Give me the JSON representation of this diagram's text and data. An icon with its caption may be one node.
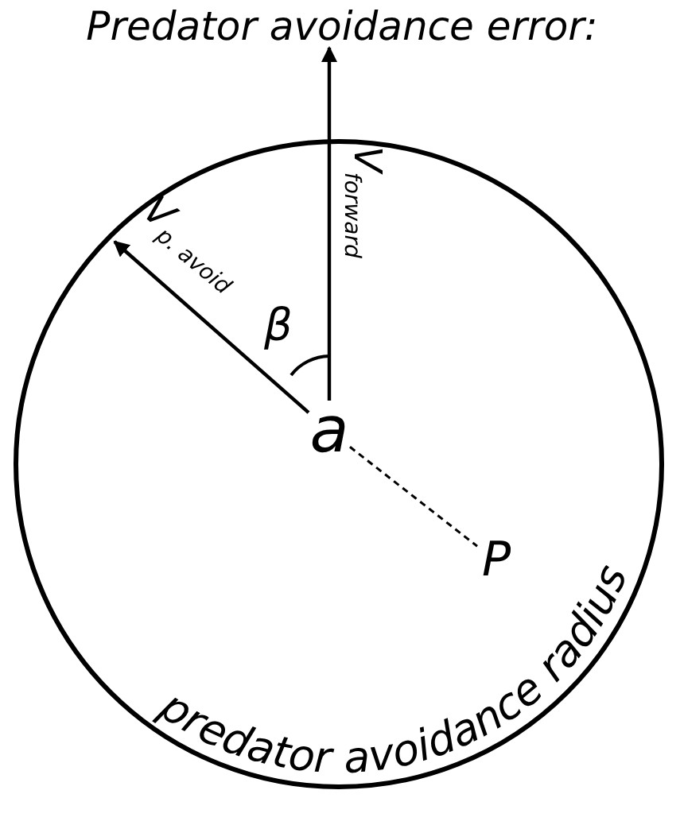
{
  "diagram": {
    "title": "Predator avoidance error:",
    "nodes": [
      {
        "text": [
          "predator avoidance radius"
        ]
      },
      {
        "text": [
          "a"
        ],
        "in": 0
      },
      {
        "text": [
          "P"
        ],
        "in": 0
      }
    ],
    "edges": [
      {
        "from": 1,
        "to": null,
        "arrow": "to",
        "label": "V$_{forward}$"
      },
      {
        "from": 1,
        "to": null,
        "arrow": "to",
        "label": "V$_{p. avoid}$"
      },
      {
        "from": 1,
        "to": 2,
        "arrow": "none",
        "style": "dashed"
      }
    ],
    "labels": [
      "β"
    ]
  }
}
